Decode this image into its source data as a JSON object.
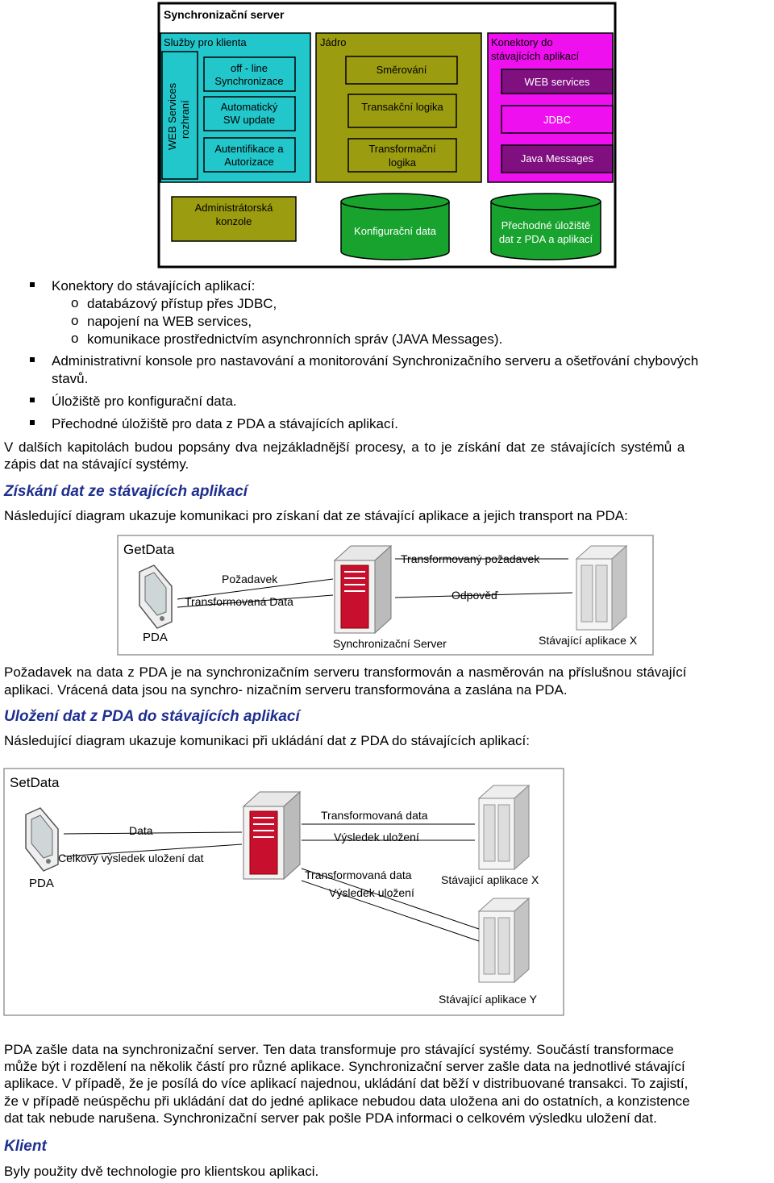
{
  "arch": {
    "title": "Synchronizační server",
    "client": {
      "title": "Služby pro klienta",
      "vertical": [
        "WEB Services",
        "rozhraní"
      ],
      "boxes": [
        [
          "off - line",
          "Synchronizace"
        ],
        [
          "Automatický",
          "SW update"
        ],
        [
          "Autentifikace a",
          "Autorizace"
        ]
      ]
    },
    "core": {
      "title": "Jádro",
      "boxes": [
        [
          "Směrování"
        ],
        [
          "Transakční logika"
        ],
        [
          "Transformační",
          "logika"
        ]
      ]
    },
    "connectors": {
      "title": [
        "Konektory do",
        "stávajících aplikací"
      ],
      "boxes": [
        "WEB services",
        "JDBC",
        "Java Messages"
      ]
    },
    "admin": [
      "Administrátorská",
      "konzole"
    ],
    "config": "Konfigurační data",
    "temp": [
      "Přechodné úložiště",
      "dat z PDA a aplikací"
    ]
  },
  "list": {
    "b1": "Konektory do stávajících aplikací:",
    "o1": "databázový přístup přes JDBC,",
    "o2": "napojení na WEB services,",
    "o3": "komunikace prostřednictvím asynchronních správ (JAVA Messages).",
    "b2a": "Administrativní konsole pro nastavování a monitorování Synchronizačního serveru a ošetřování chybových",
    "b2b": "stavů.",
    "b3": "Úložiště pro konfigurační data.",
    "b4": "Přechodné úložiště pro data z PDA a stávajících aplikací."
  },
  "p1a": "V dalších kapitolách budou popsány dva nejzákladnější procesy, a to je získání dat ze stávajících systémů a",
  "p1b": "zápis dat na stávající systémy.",
  "h1": "Získání dat ze stávajících aplikací",
  "p2": "Následující diagram ukazuje komunikaci pro získaní dat ze stávající aplikace a jejich transport na PDA:",
  "get": {
    "title": "GetData",
    "req": "Požadavek",
    "tdata": "Transformovaná  Data",
    "treq": "Transformovaný požadavek",
    "resp": "Odpověď",
    "pda": "PDA",
    "server": "Synchronizační Server",
    "app": "Stávající aplikace X"
  },
  "p3a": "Požadavek na data z PDA je na synchronizačním serveru transformován a nasměrován na příslušnou stávající",
  "p3b": "aplikaci. Vrácená data jsou na synchro- nizačním serveru transformována a zaslána na PDA.",
  "h2": "Uložení dat z PDA do stávajících aplikací",
  "p4": "Následující diagram ukazuje komunikaci při ukládání dat z PDA do stávajících aplikací:",
  "set": {
    "title": "SetData",
    "data": "Data",
    "overall": "Celkový výsledek uložení dat",
    "pda": "PDA",
    "td1": "Transformovaná data",
    "vr1": "Výsledek uložení",
    "td2": "Transformovaná data",
    "vr2": "Výsledek uložení",
    "appx": "Stávajicí aplikace X",
    "appy": "Stávající aplikace Y"
  },
  "p5": [
    "PDA zašle data na synchronizační server. Ten data transformuje pro stávající systémy. Součástí transformace",
    "může být i rozdělení na několik částí pro různé aplikace. Synchronizační server zašle data na jednotlivé stávající",
    "aplikace. V případě, že je posílá do více aplikací najednou, ukládání dat běží v distribuované transakci. To zajistí,",
    "že v případě neúspěchu při ukládání dat do jedné aplikace nebudou data uložena ani do ostatních, a konzistence",
    "dat tak nebude narušena. Synchronizační server pak pošle PDA informaci o celkovém výsledku uložení dat."
  ],
  "h3": "Klient",
  "p6": "Byly použity dvě technologie pro klientskou aplikaci.",
  "colors": {
    "cyan": "#22c7cc",
    "olive": "#9c9c10",
    "green": "#17a32e",
    "magenta": "#ee10ee",
    "purple": "#800f80",
    "heading": "#1f2f8f"
  }
}
